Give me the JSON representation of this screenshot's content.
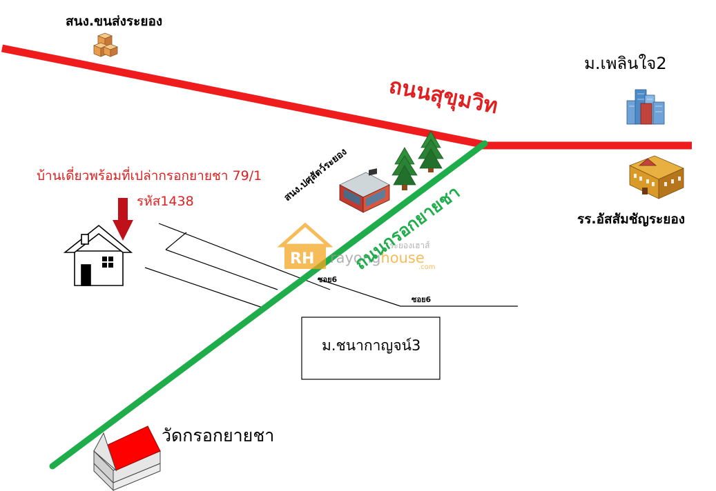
{
  "places": {
    "transport_office": "สนง.ขนส่งระยอง",
    "village_ploenjai": "ม.เพลินใจ2",
    "school": "รร.อัสสัมชัญระยอง",
    "livestock_office": "สนง.ปศุสัตว์ระยอง",
    "village_chana": "ม.ชนากาญจน์3",
    "temple": "วัดกรอกยายชา"
  },
  "roads": {
    "sukhumvit": "ถนนสุขุมวิท",
    "krok_yai_cha": "ถนนกรอกยายชา",
    "soi_a": "ซอย6",
    "soi_b": "ซอย6"
  },
  "listing": {
    "title": "บ้านเดี่ยวพร้อมที่เปล่ากรอกยายชา 79/1",
    "code": "รหัส1438"
  },
  "watermark": {
    "logo": "RH",
    "brand_a": "rayong",
    "brand_b": "house",
    "domain": ".com",
    "thai": "ระยองเฮาส์"
  },
  "colors": {
    "sukhumvit_road": "#ee1c1c",
    "krok_road": "#1fad4b",
    "label_red": "#e02020",
    "label_green": "#1fad4b",
    "watermark_orange": "#f5a623"
  }
}
